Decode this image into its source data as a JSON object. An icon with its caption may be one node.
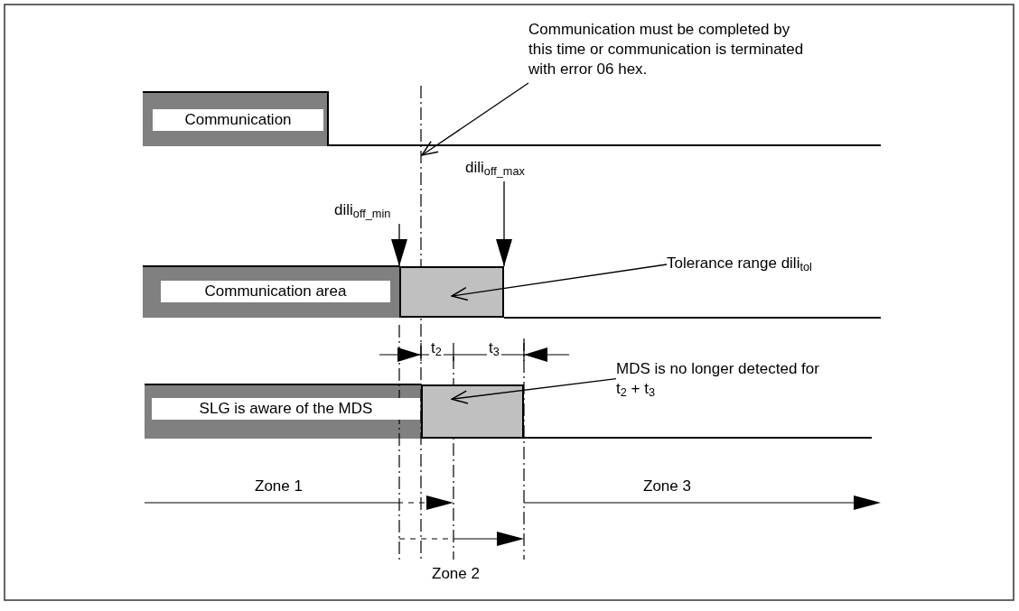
{
  "diagram": {
    "nodes": [
      {
        "text": [
          "Communication"
        ]
      },
      {
        "text": [
          "Communication area"
        ]
      },
      {
        "text": [],
        "shape": "box"
      },
      {
        "text": [
          "SLG is aware of the MDS"
        ]
      },
      {
        "text": [],
        "shape": "box"
      },
      {
        "text": [
          "Communication must be completed by this time or communication is terminated with error 06 hex."
        ]
      },
      {
        "text": [
          "Tolerance range dili$_{tol}$"
        ]
      },
      {
        "text": [
          "MDS is no longer detected for t$_{2}$ + t$_{3}$"
        ]
      },
      {
        "text": [
          "dili$_{off_min}$"
        ]
      },
      {
        "text": [
          "dili$_{off_max}$"
        ]
      }
    ],
    "edges": [
      {
        "from": 5,
        "to": null,
        "arrow": "to"
      },
      {
        "from": 6,
        "to": 2,
        "arrow": "to"
      },
      {
        "from": 7,
        "to": 4,
        "arrow": "to"
      },
      {
        "from": 8,
        "to": 2,
        "arrow": "to"
      },
      {
        "from": 9,
        "to": 2,
        "arrow": "to"
      }
    ],
    "labels": [
      "t$_{2}$",
      "t$_{3}$",
      "Zone 1",
      "Zone 3",
      "Zone 2"
    ]
  }
}
